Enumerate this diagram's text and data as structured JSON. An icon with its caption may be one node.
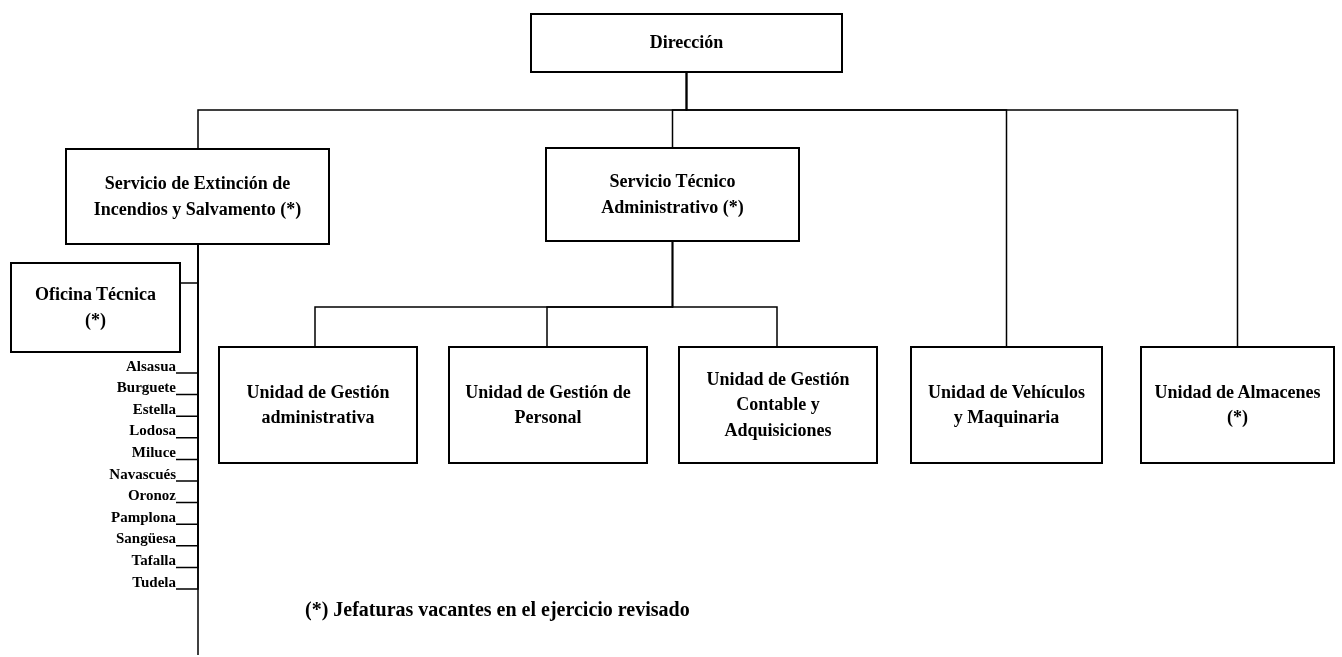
{
  "diagram": {
    "nodes": [
      {
        "text": [
          "Dirección"
        ]
      },
      {
        "text": [
          "Servicio de Extinción de Incendios y Salvamento (*)"
        ]
      },
      {
        "text": [
          "Servicio Técnico Administrativo (*)"
        ]
      },
      {
        "text": [
          "Oficina Técnica (*)"
        ]
      },
      {
        "text": [
          "Alsasua"
        ]
      },
      {
        "text": [
          "Burguete"
        ]
      },
      {
        "text": [
          "Estella"
        ]
      },
      {
        "text": [
          "Lodosa"
        ]
      },
      {
        "text": [
          "Miluce"
        ]
      },
      {
        "text": [
          "Navascués"
        ]
      },
      {
        "text": [
          "Oronoz"
        ]
      },
      {
        "text": [
          "Pamplona"
        ]
      },
      {
        "text": [
          "Sangüesa"
        ]
      },
      {
        "text": [
          "Tafalla"
        ]
      },
      {
        "text": [
          "Tudela"
        ]
      },
      {
        "text": [
          "Unidad de Gestión administrativa"
        ]
      },
      {
        "text": [
          "Unidad de Gestión de Personal"
        ]
      },
      {
        "text": [
          "Unidad de Gestión Contable y Adquisiciones"
        ]
      },
      {
        "text": [
          "Unidad de Vehículos y Maquinaria"
        ]
      },
      {
        "text": [
          "Unidad de Almacenes (*)"
        ]
      }
    ],
    "edges": [
      {
        "from": 0,
        "to": 1,
        "arrow": "none"
      },
      {
        "from": 0,
        "to": 2,
        "arrow": "none"
      },
      {
        "from": 0,
        "to": 18,
        "arrow": "none"
      },
      {
        "from": 0,
        "to": 19,
        "arrow": "none"
      },
      {
        "from": 1,
        "to": 3,
        "arrow": "none"
      },
      {
        "from": 1,
        "to": 4,
        "arrow": "none"
      },
      {
        "from": 1,
        "to": 5,
        "arrow": "none"
      },
      {
        "from": 1,
        "to": 6,
        "arrow": "none"
      },
      {
        "from": 1,
        "to": 7,
        "arrow": "none"
      },
      {
        "from": 1,
        "to": 8,
        "arrow": "none"
      },
      {
        "from": 1,
        "to": 9,
        "arrow": "none"
      },
      {
        "from": 1,
        "to": 10,
        "arrow": "none"
      },
      {
        "from": 1,
        "to": 11,
        "arrow": "none"
      },
      {
        "from": 1,
        "to": 12,
        "arrow": "none"
      },
      {
        "from": 1,
        "to": 13,
        "arrow": "none"
      },
      {
        "from": 1,
        "to": 14,
        "arrow": "none"
      },
      {
        "from": 2,
        "to": 15,
        "arrow": "none"
      },
      {
        "from": 2,
        "to": 16,
        "arrow": "none"
      },
      {
        "from": 2,
        "to": 17,
        "arrow": "none"
      }
    ],
    "labels": [
      "(*) Jefaturas vacantes en el ejercicio revisado"
    ]
  }
}
